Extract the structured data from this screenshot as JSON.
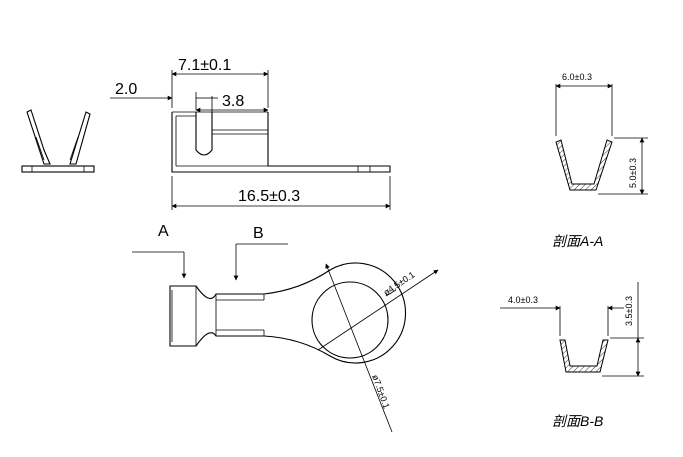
{
  "dimensions": {
    "width_total_top": "7.1±0.1",
    "slot_offset": "2.0",
    "slot_width": "3.8",
    "overall_length": "16.5±0.3",
    "hole_diameter": "ø4.5±0.1",
    "ring_diameter": "ø7.5±0.1",
    "section_a_width": "6.0±0.3",
    "section_a_height": "5.0±0.3",
    "section_b_width": "4.0±0.3",
    "section_b_height": "3.5±0.3"
  },
  "section_markers": {
    "a": "A",
    "b": "B"
  },
  "section_titles": {
    "a": "剖面A-A",
    "b": "剖面B-B"
  }
}
